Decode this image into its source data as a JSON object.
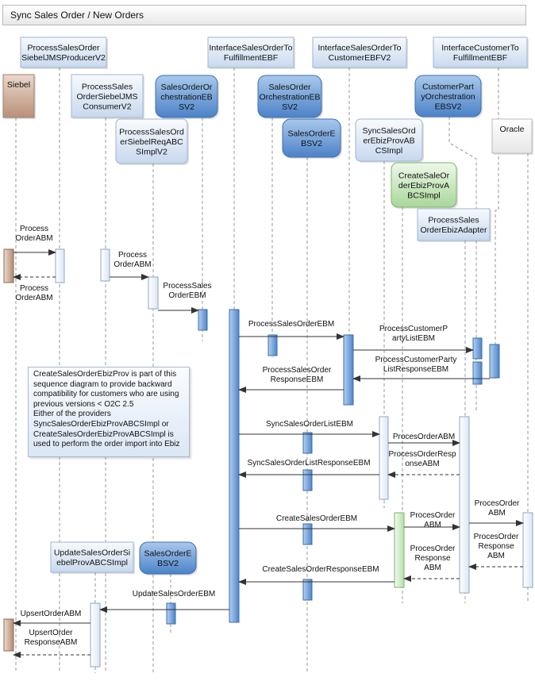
{
  "title": "Sync Sales Order / New Orders",
  "note": "CreateSalesOrderEbizProv is part of this sequence diagram to provide backward compatibility for customers who are using previous versions < O2C 2.5\nEither of the providers SyncSalesOrderEbizProvABCSImpl or CreateSalesOrderEbizProvABCSImpl is used to perform the order import into Ebiz",
  "participants": [
    {
      "id": "siebel",
      "lines": [
        "Siebel"
      ],
      "style": "siebel"
    },
    {
      "id": "psosjmsp",
      "lines": [
        "ProcessSalesOrder",
        "SiebelJMSProducerV2"
      ],
      "style": "square"
    },
    {
      "id": "psosjmsc",
      "lines": [
        "ProcessSales",
        "OrderSiebelJMS",
        "ConsumerV2"
      ],
      "style": "square"
    },
    {
      "id": "psosreq",
      "lines": [
        "ProcessSalesOrd",
        "erSiebelReqABC",
        "SImplV2"
      ],
      "style": "rounded"
    },
    {
      "id": "sooebs_top",
      "lines": [
        "SalesOrderOr",
        "chestrationEB",
        "SV2"
      ],
      "style": "dark"
    },
    {
      "id": "isotfebf",
      "lines": [
        "InterfaceSalesOrderTo",
        "FulfillmentEBF"
      ],
      "style": "square"
    },
    {
      "id": "sooebs2",
      "lines": [
        "SalesOrder",
        "OrchestrationEB",
        "SV2"
      ],
      "style": "dark"
    },
    {
      "id": "soebs",
      "lines": [
        "SalesOrderE",
        "BSV2"
      ],
      "style": "dark"
    },
    {
      "id": "isotcebf",
      "lines": [
        "InterfaceSalesOrderTo",
        "CustomerEBFV2"
      ],
      "style": "square"
    },
    {
      "id": "ssoebiz",
      "lines": [
        "SyncSalesOrd",
        "erEbizProvAB",
        "CSImpl"
      ],
      "style": "rounded"
    },
    {
      "id": "csoebiz",
      "lines": [
        "CreateSaleOr",
        "derEbizProvA",
        "BCSImpl"
      ],
      "style": "green"
    },
    {
      "id": "ictfebf",
      "lines": [
        "InterfaceCustomerTo",
        "FulfillmentEBF"
      ],
      "style": "square"
    },
    {
      "id": "cpoebs",
      "lines": [
        "CustomerPart",
        "yOrchestration",
        "EBSV2"
      ],
      "style": "dark"
    },
    {
      "id": "psoebizad",
      "lines": [
        "ProcessSales",
        "OrderEbizAdapter"
      ],
      "style": "square"
    },
    {
      "id": "oracle",
      "lines": [
        "Oracle"
      ],
      "style": "oracle"
    },
    {
      "id": "usosieb",
      "lines": [
        "UpdateSalesOrderSi",
        "ebelProvABCSImpl"
      ],
      "style": "square"
    },
    {
      "id": "soebs_bottom",
      "lines": [
        "SalesOrderE",
        "BSV2"
      ],
      "style": "dark"
    }
  ],
  "messages": [
    {
      "id": "m1",
      "lines": [
        "Process",
        "OrderABM"
      ]
    },
    {
      "id": "m2",
      "lines": [
        "Process",
        "OrderABM"
      ]
    },
    {
      "id": "m3",
      "lines": [
        "Process",
        "OrderABM"
      ]
    },
    {
      "id": "m4",
      "lines": [
        "ProcessSales",
        "OrderEBM"
      ]
    },
    {
      "id": "m5",
      "lines": [
        "ProcessSalesOrderEBM"
      ]
    },
    {
      "id": "m6",
      "lines": [
        "ProcessCustomerP",
        "artyListEBM"
      ]
    },
    {
      "id": "m7",
      "lines": [
        "ProcessCustomerParty",
        "ListResponseEBM"
      ]
    },
    {
      "id": "m8",
      "lines": [
        "ProcessSalesOrder",
        "ResponseEBM"
      ]
    },
    {
      "id": "m9",
      "lines": [
        "SyncSalesOrderListEBM"
      ]
    },
    {
      "id": "m10",
      "lines": [
        "ProcesOrderABM"
      ]
    },
    {
      "id": "m11",
      "lines": [
        "ProcessOrderResp",
        "onseABM"
      ]
    },
    {
      "id": "m12",
      "lines": [
        "SyncSalesOrderListResponseEBM"
      ]
    },
    {
      "id": "m13",
      "lines": [
        "CreateSalesOrderEBM"
      ]
    },
    {
      "id": "m14",
      "lines": [
        "ProcesOrder",
        "ABM"
      ]
    },
    {
      "id": "m15",
      "lines": [
        "ProcesOrder",
        "ABM"
      ]
    },
    {
      "id": "m16",
      "lines": [
        "ProcesOrder",
        "Response",
        "ABM"
      ]
    },
    {
      "id": "m17",
      "lines": [
        "ProcesOrder",
        "Response",
        "ABM"
      ]
    },
    {
      "id": "m18",
      "lines": [
        "CreateSalesOrderResponseEBM"
      ]
    },
    {
      "id": "m19",
      "lines": [
        "UpdateSalesOrderEBM"
      ]
    },
    {
      "id": "m20",
      "lines": [
        "UpsertOrderABM"
      ]
    },
    {
      "id": "m21",
      "lines": [
        "UpsertOrder",
        "ResponseABM"
      ]
    }
  ]
}
